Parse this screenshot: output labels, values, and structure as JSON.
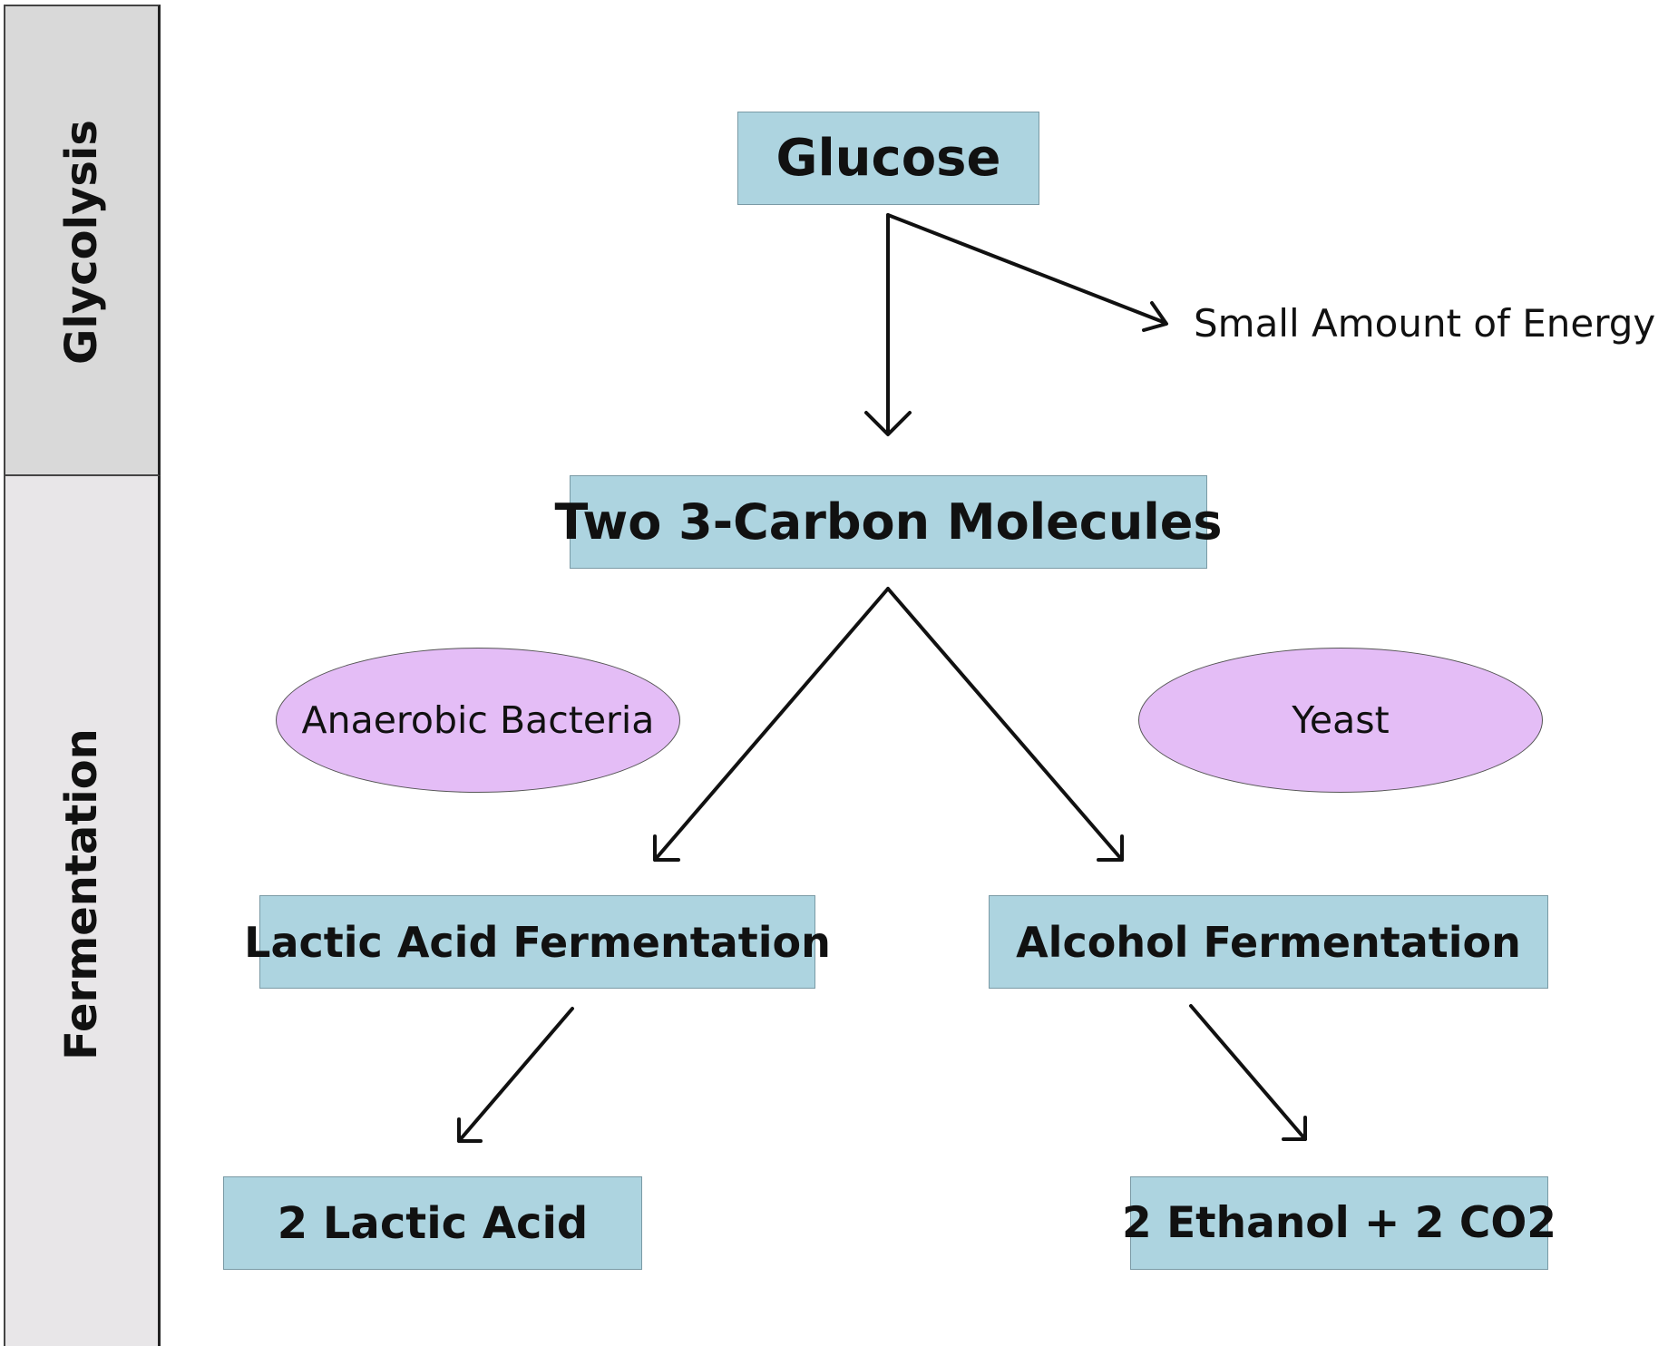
{
  "bands": [
    {
      "id": "glycolysis",
      "label": "Glycolysis",
      "color": "#d9d9d9"
    },
    {
      "id": "fermentation",
      "label": "Fermentation",
      "color": "#e8e6e8"
    }
  ],
  "nodes": {
    "glucose": "Glucose",
    "two_carbon": "Two 3-Carbon Molecules",
    "lactic_fermentation": "Lactic Acid Fermentation",
    "alcohol_fermentation": "Alcohol Fermentation",
    "lactic_acid": "2 Lactic Acid",
    "ethanol_co2": "2 Ethanol + 2 CO2"
  },
  "organisms": {
    "anaerobic_bacteria": "Anaerobic Bacteria",
    "yeast": "Yeast"
  },
  "side_output": "Small Amount of Energy",
  "edges": [
    {
      "from": "glucose",
      "to": "two_carbon"
    },
    {
      "from": "glucose",
      "to": "side_output"
    },
    {
      "from": "two_carbon",
      "to": "lactic_fermentation"
    },
    {
      "from": "two_carbon",
      "to": "alcohol_fermentation"
    },
    {
      "from": "lactic_fermentation",
      "to": "lactic_acid"
    },
    {
      "from": "alcohol_fermentation",
      "to": "ethanol_co2"
    }
  ],
  "colors": {
    "node_fill": "#add4e0",
    "organism_fill": "#e4bdf6",
    "arrow": "#111111"
  }
}
